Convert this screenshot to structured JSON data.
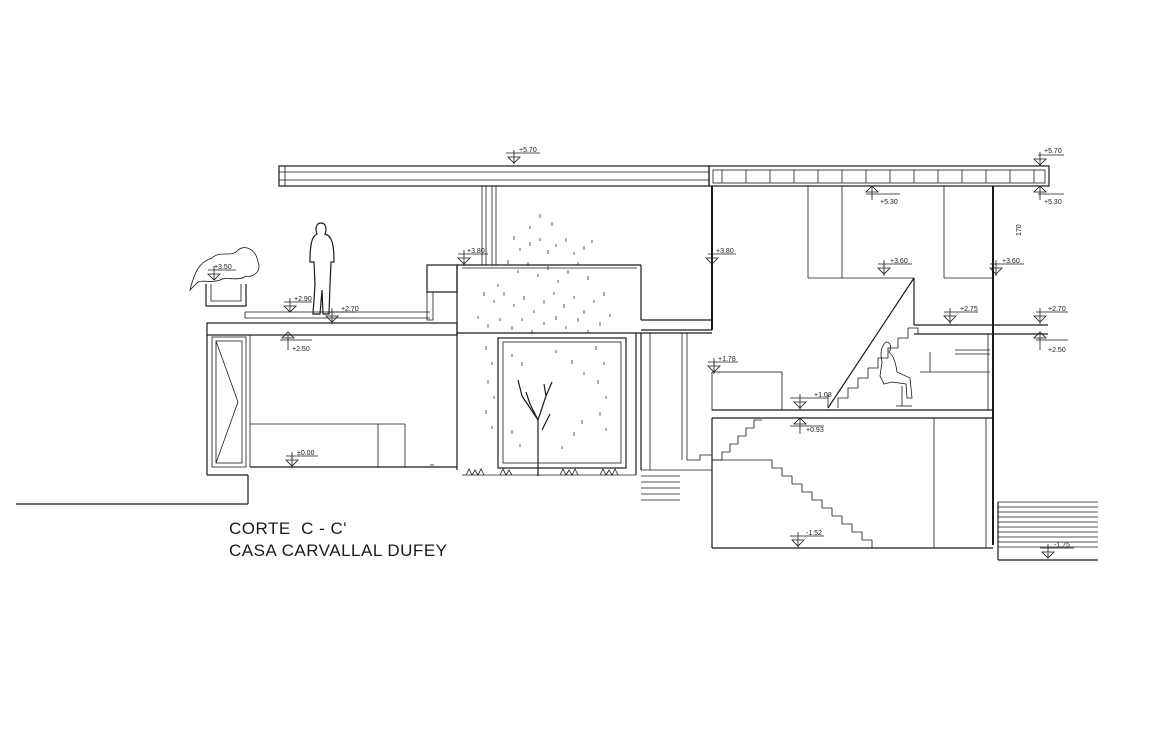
{
  "title": {
    "line1": "CORTE  C - C'",
    "line2": "CASA CARVALLAL DUFEY"
  },
  "levels": [
    {
      "id": "roof-left",
      "label": "+5.70"
    },
    {
      "id": "roof-right",
      "label": "+5.70"
    },
    {
      "id": "beam-a",
      "label": "+5.30"
    },
    {
      "id": "beam-b",
      "label": "+5.30"
    },
    {
      "id": "patio-top",
      "label": "+3.80"
    },
    {
      "id": "wall-top",
      "label": "+3.80"
    },
    {
      "id": "upper-mid",
      "label": "+3.60"
    },
    {
      "id": "upper-right",
      "label": "+3.60"
    },
    {
      "id": "planter",
      "label": "+3.50"
    },
    {
      "id": "terrace-a",
      "label": "+2.90"
    },
    {
      "id": "terrace-b",
      "label": "+2.70"
    },
    {
      "id": "terrace-c",
      "label": "+2.75"
    },
    {
      "id": "right-terrace",
      "label": "+2.70"
    },
    {
      "id": "slab-left",
      "label": "+2.50"
    },
    {
      "id": "slab-right",
      "label": "+2.50"
    },
    {
      "id": "step-a",
      "label": "+1.78"
    },
    {
      "id": "step-b",
      "label": "+1.08"
    },
    {
      "id": "step-c",
      "label": "+0.93"
    },
    {
      "id": "ground",
      "label": "±0.00"
    },
    {
      "id": "basement",
      "label": "-1.52"
    },
    {
      "id": "pool",
      "label": "-1.75"
    }
  ],
  "dimension": "170"
}
